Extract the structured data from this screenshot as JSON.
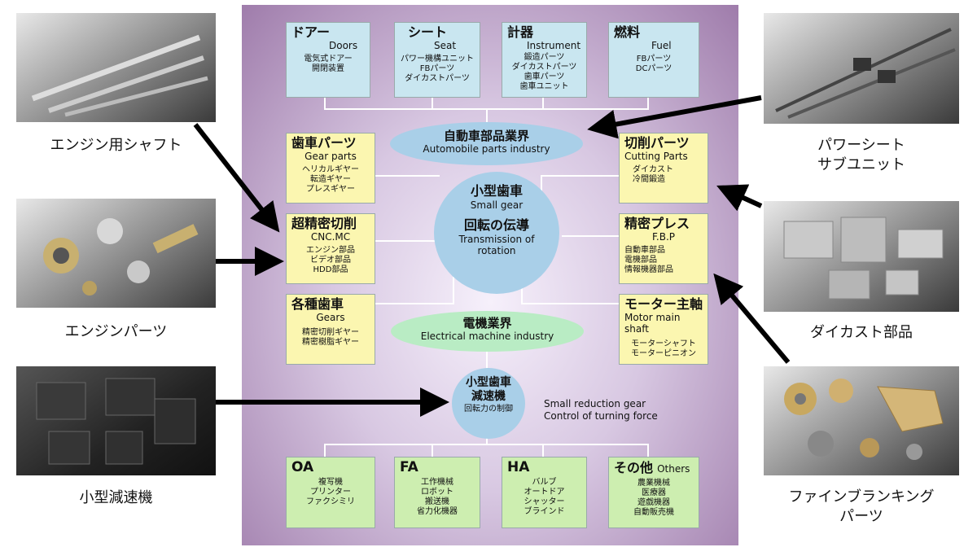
{
  "top_boxes": [
    {
      "jp": "ドアー",
      "en": "Doors",
      "items": [
        "電気式ドアー",
        "開閉装置"
      ]
    },
    {
      "jp": "シート",
      "en": "Seat",
      "items": [
        "パワー機構ユニット",
        "FBパーツ",
        "ダイカストパーツ"
      ]
    },
    {
      "jp": "計器",
      "en": "Instrument",
      "items": [
        "鍛造パーツ",
        "ダイカストパーツ",
        "歯車パーツ",
        "歯車ユニット"
      ]
    },
    {
      "jp": "燃料",
      "en": "Fuel",
      "items": [
        "FBパーツ",
        "DCパーツ"
      ]
    }
  ],
  "auto_industry": {
    "jp": "自動車部品業界",
    "en": "Automobile parts industry"
  },
  "small_gear": {
    "jp": "小型歯車",
    "en": "Small gear",
    "jp2": "回転の伝導",
    "en2": "Transmission of rotation"
  },
  "electrical_industry": {
    "jp": "電機業界",
    "en": "Electrical machine industry"
  },
  "reduction_gear": {
    "jp": "小型歯車",
    "jp2": "減速機",
    "jp3": "回転力の制御",
    "en": "Small reduction gear",
    "en2": "Control of turning force"
  },
  "left_boxes": [
    {
      "jp": "歯車パーツ",
      "en": "Gear parts",
      "items": [
        "ヘリカルギヤー",
        "転造ギヤー",
        "プレスギヤー"
      ]
    },
    {
      "jp": "超精密切削",
      "en": "CNC.MC",
      "items": [
        "エンジン部品",
        "ビデオ部品",
        "HDD部品"
      ]
    },
    {
      "jp": "各種歯車",
      "en": "Gears",
      "items": [
        "精密切削ギヤー",
        "精密樹脂ギヤー"
      ]
    }
  ],
  "right_boxes": [
    {
      "jp": "切削パーツ",
      "en": "Cutting Parts",
      "items": [
        "ダイカスト",
        "冷間鍛造"
      ]
    },
    {
      "jp": "精密プレス",
      "en": "F.B.P",
      "items": [
        "自動車部品",
        "電機部品",
        "情報機器部品"
      ]
    },
    {
      "jp": "モーター主軸",
      "en": "Motor main shaft",
      "items": [
        "モーターシャフト",
        "モーターピニオン"
      ]
    }
  ],
  "bottom_boxes": [
    {
      "title": "OA",
      "title_en": "",
      "items": [
        "複写機",
        "プリンター",
        "ファクシミリ"
      ]
    },
    {
      "title": "FA",
      "title_en": "",
      "items": [
        "工作機械",
        "ロボット",
        "搬送機",
        "省力化機器"
      ]
    },
    {
      "title": "HA",
      "title_en": "",
      "items": [
        "バルブ",
        "オートドア",
        "シャッター",
        "ブラインド"
      ]
    },
    {
      "title": "その他",
      "title_en": "Others",
      "items": [
        "農業機械",
        "医療器",
        "遊戯機器",
        "自動販売機"
      ]
    }
  ],
  "captions": {
    "engine_shaft": "エンジン用シャフト",
    "engine_parts": "エンジンパーツ",
    "small_reducer": "小型減速機",
    "power_seat_1": "パワーシート",
    "power_seat_2": "サブユニット",
    "die_cast": "ダイカスト部品",
    "fine_blanking_1": "ファインブランキング",
    "fine_blanking_2": "パーツ"
  },
  "colors": {
    "panel": "#9f7cab",
    "blue_box": "#c9e6f0",
    "yellow_box": "#fbf6b0",
    "green_box": "#cdeeb0",
    "ellipse_blue": "#a9cfe8",
    "ellipse_green": "#b9ecc4"
  }
}
